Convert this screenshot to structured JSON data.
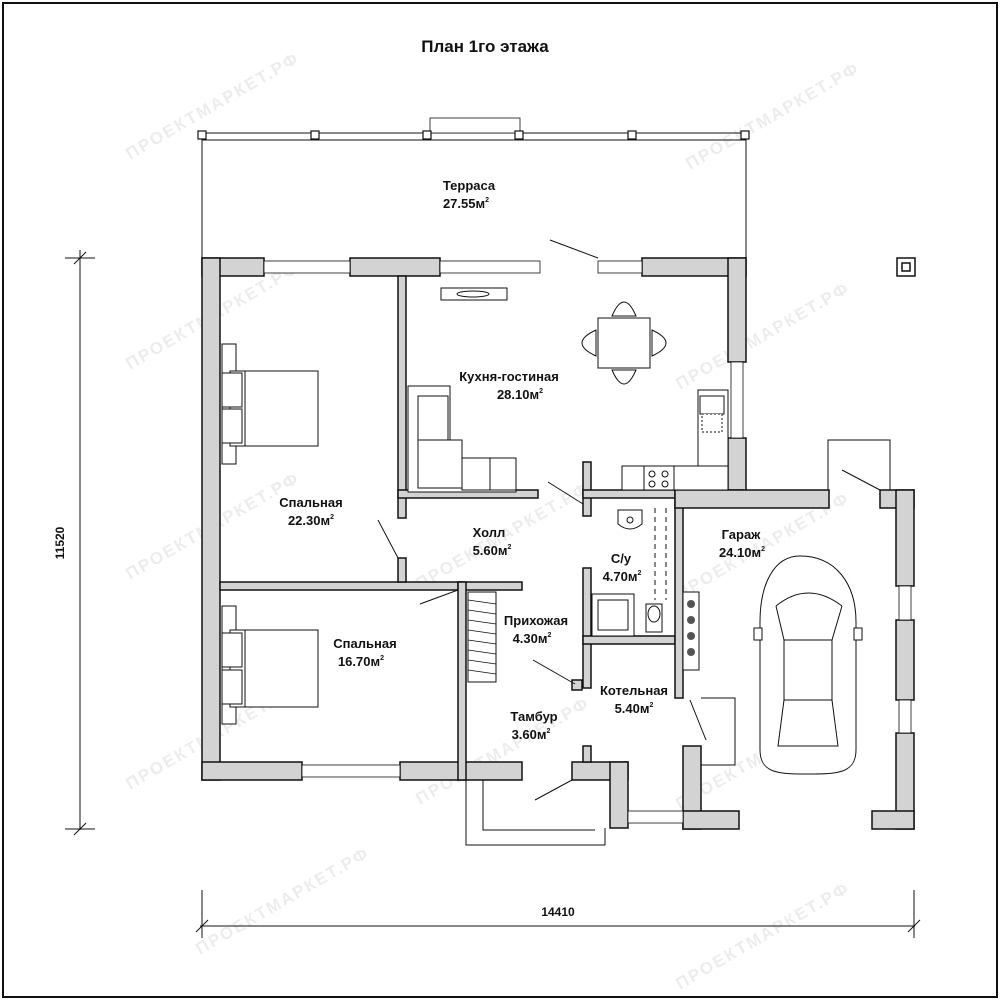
{
  "title": "План 1го этажа",
  "dimensions": {
    "height": "11520",
    "width": "14410"
  },
  "area_unit": "м",
  "area_unit_power": "2",
  "watermark": "ПРОЕКТМАРКЕТ.РФ",
  "rooms": {
    "terrace": {
      "name": "Терраса",
      "area": "27.55"
    },
    "kitchen": {
      "name": "Кухня-гостиная",
      "area": "28.10"
    },
    "bedroom1": {
      "name": "Спальная",
      "area": "22.30"
    },
    "hall": {
      "name": "Холл",
      "area": "5.60"
    },
    "bath": {
      "name": "С/у",
      "area": "4.70"
    },
    "garage": {
      "name": "Гараж",
      "area": "24.10"
    },
    "entry": {
      "name": "Прихожая",
      "area": "4.30"
    },
    "bedroom2": {
      "name": "Спальная",
      "area": "16.70"
    },
    "boiler": {
      "name": "Котельная",
      "area": "5.40"
    },
    "vestibule": {
      "name": "Тамбур",
      "area": "3.60"
    }
  },
  "colors": {
    "wall_fill": "#d3d3d3",
    "line": "#111111",
    "background": "#ffffff"
  }
}
